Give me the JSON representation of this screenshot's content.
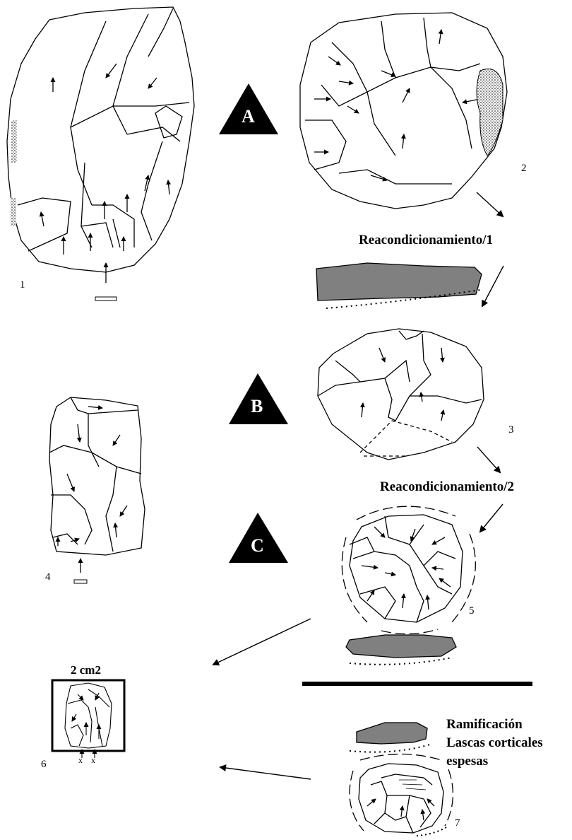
{
  "triangles": [
    {
      "letter": "A"
    },
    {
      "letter": "B"
    },
    {
      "letter": "C"
    }
  ],
  "figure_numbers": [
    "1",
    "2",
    "3",
    "4",
    "5",
    "6",
    "7"
  ],
  "labels": {
    "recond1": "Reacondicionamiento/1",
    "recond2": "Reacondicionamiento/2",
    "scale": "2 cm2",
    "ramif_1": "Ramificación",
    "ramif_2": "Lascas corticales",
    "ramif_3": "espesas",
    "x_mark": "x"
  },
  "colors": {
    "ink": "#000000",
    "section_fill": "#808080",
    "cortex": "#a8a8a8"
  }
}
